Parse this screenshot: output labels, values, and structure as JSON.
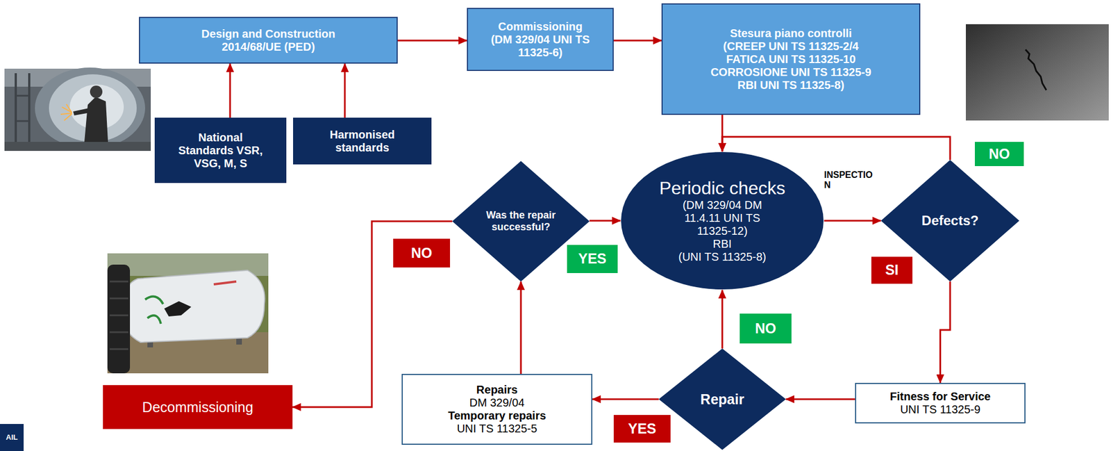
{
  "diagram": {
    "nodes": [
      {
        "text": [
          "Design and Construction 2014/68/UE (PED)"
        ]
      },
      {
        "text": [
          "Commissioning",
          "(DM 329/04 UNI TS 11325-6)"
        ]
      },
      {
        "text": [
          "Stesura piano controlli",
          "(CREEP UNI TS 11325-2/4 FATICA UNI TS 11325-10 CORROSIONE UNI TS 11325-9 RBI UNI TS 11325-8)"
        ]
      },
      {
        "text": [
          "National Standards VSR, VSG, M, S"
        ]
      },
      {
        "text": [
          "Harmonised standards"
        ]
      },
      {
        "text": [
          "Periodic checks",
          "(DM 329/04 DM 11.4.11 UNI TS 11325-12)",
          "RBI",
          "(UNI TS 11325-8)"
        ]
      },
      {
        "text": [
          "Was the repair successful?"
        ]
      },
      {
        "text": [
          "Defects?"
        ]
      },
      {
        "text": [
          "Fitness for Service",
          "UNI TS 11325-9"
        ]
      },
      {
        "text": [
          "Repair"
        ]
      },
      {
        "text": [
          "Repairs",
          "DM 329/04",
          "Temporary repairs",
          "UNI TS 11325-5"
        ]
      },
      {
        "text": [
          "Decommissioning"
        ]
      }
    ],
    "edges": [
      {
        "from": 3,
        "to": 0,
        "arrow": "to"
      },
      {
        "from": 4,
        "to": 0,
        "arrow": "to"
      },
      {
        "from": 0,
        "to": 1,
        "arrow": "to"
      },
      {
        "from": 1,
        "to": 2,
        "arrow": "to"
      },
      {
        "from": 2,
        "to": 5,
        "arrow": "to"
      },
      {
        "from": 5,
        "to": 7,
        "label": "INSPECTION",
        "arrow": "to"
      },
      {
        "from": 7,
        "to": 5,
        "label": "NO",
        "arrow": "to"
      },
      {
        "from": 7,
        "to": 8,
        "label": "SI",
        "arrow": "to"
      },
      {
        "from": 8,
        "to": 9,
        "arrow": "to"
      },
      {
        "from": 9,
        "to": 5,
        "label": "NO",
        "arrow": "to"
      },
      {
        "from": 9,
        "to": 10,
        "label": "YES",
        "arrow": "to"
      },
      {
        "from": 10,
        "to": 6,
        "arrow": "to"
      },
      {
        "from": 6,
        "to": 5,
        "label": "YES",
        "arrow": "to"
      },
      {
        "from": 6,
        "to": 11,
        "label": "NO",
        "arrow": "to"
      }
    ],
    "labels": [
      "AIL"
    ]
  }
}
